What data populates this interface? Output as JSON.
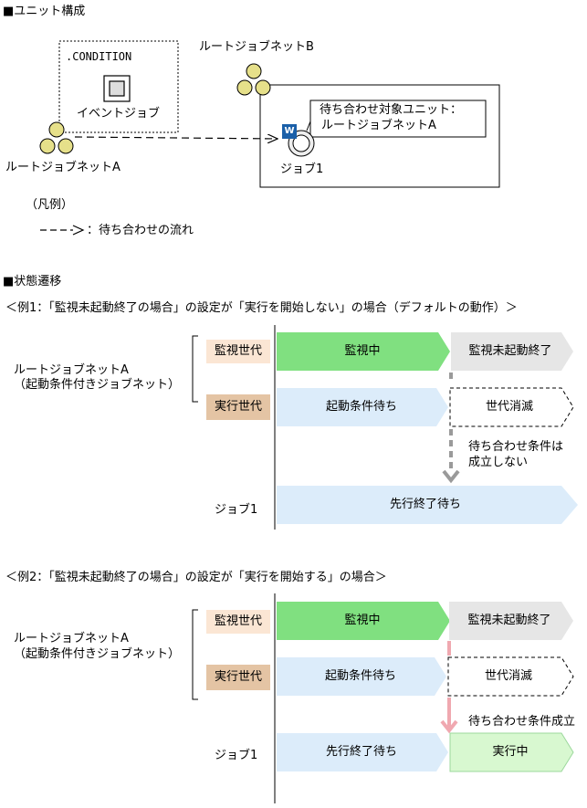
{
  "section1": {
    "title": "■ユニット構成",
    "condition_label": ".CONDITION",
    "event_job_label": "イベントジョブ",
    "jobnet_b_label": "ルートジョブネットB",
    "jobnet_a_label": "ルートジョブネットA",
    "target_unit_line1": "待ち合わせ対象ユニット：",
    "target_unit_line2": "ルートジョブネットA",
    "job1_label": "ジョブ1",
    "w_badge": "W",
    "legend_title": "（凡例）",
    "legend_item": "：待ち合わせの流れ"
  },
  "section2": {
    "title": "■状態遷移",
    "example1": {
      "heading": "＜例1：「監視未起動終了の場合」の設定が「実行を開始しない」の場合（デフォルトの動作）＞",
      "jobnet_line1": "ルートジョブネットA",
      "jobnet_line2": "（起動条件付きジョブネット）",
      "monitor_gen": "監視世代",
      "exec_gen": "実行世代",
      "monitoring": "監視中",
      "monitor_unstarted_end": "監視未起動終了",
      "waiting_start_cond": "起動条件待ち",
      "gen_disappear": "世代消滅",
      "cond_line1": "待ち合わせ条件は",
      "cond_line2": "成立しない",
      "job1": "ジョブ1",
      "waiting_prev_end": "先行終了待ち"
    },
    "example2": {
      "heading": "＜例2：「監視未起動終了の場合」の設定が「実行を開始する」の場合＞",
      "jobnet_line1": "ルートジョブネットA",
      "jobnet_line2": "（起動条件付きジョブネット）",
      "monitor_gen": "監視世代",
      "exec_gen": "実行世代",
      "monitoring": "監視中",
      "monitor_unstarted_end": "監視未起動終了",
      "waiting_start_cond": "起動条件待ち",
      "gen_disappear": "世代消滅",
      "cond_established": "待ち合わせ条件成立",
      "job1": "ジョブ1",
      "waiting_prev_end": "先行終了待ち",
      "running": "実行中"
    }
  },
  "colors": {
    "monitor_green": "#80e080",
    "light_blue": "#dcecfa",
    "gray_end": "#e6e6e6",
    "monitor_gen_bg": "#fbe6d4",
    "exec_gen_bg": "#e4c4a4",
    "running_green": "#d8f8d0",
    "pink_arrow": "#f0a8b0",
    "gray_arrow": "#9a9a9a",
    "node_yellow": "#e6e08a",
    "w_blue": "#1a5fa8"
  }
}
